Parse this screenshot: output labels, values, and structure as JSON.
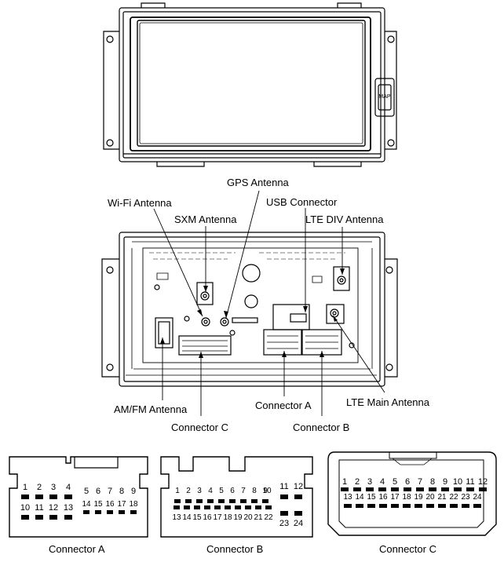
{
  "callouts": {
    "gps_antenna": "GPS Antenna",
    "wifi_antenna": "Wi-Fi Antenna",
    "usb_connector": "USB Connector",
    "sxm_antenna": "SXM Antenna",
    "lte_div_antenna": "LTE DIV Antenna",
    "amfm_antenna": "AM/FM Antenna",
    "connector_a": "Connector A",
    "connector_b": "Connector B",
    "connector_c": "Connector C",
    "lte_main_antenna": "LTE Main Antenna"
  },
  "front_unit": {
    "button_label": "MAP"
  },
  "connectors": {
    "a": {
      "caption": "Connector A",
      "row1": [
        "1",
        "2",
        "3",
        "4",
        "5",
        "6",
        "7",
        "8",
        "9"
      ],
      "row2": [
        "10",
        "11",
        "12",
        "13",
        "14",
        "15",
        "16",
        "17",
        "18"
      ]
    },
    "b": {
      "caption": "Connector B",
      "row1": [
        "1",
        "2",
        "3",
        "4",
        "5",
        "6",
        "7",
        "8",
        "9",
        "10",
        "11",
        "12"
      ],
      "row2": [
        "13",
        "14",
        "15",
        "16",
        "17",
        "18",
        "19",
        "20",
        "21",
        "22",
        "23",
        "24"
      ]
    },
    "c": {
      "caption": "Connector C",
      "row1": [
        "1",
        "2",
        "3",
        "4",
        "5",
        "6",
        "7",
        "8",
        "9",
        "10",
        "11",
        "12"
      ],
      "row2": [
        "13",
        "14",
        "15",
        "16",
        "17",
        "18",
        "19",
        "20",
        "21",
        "22",
        "23",
        "24"
      ]
    }
  }
}
